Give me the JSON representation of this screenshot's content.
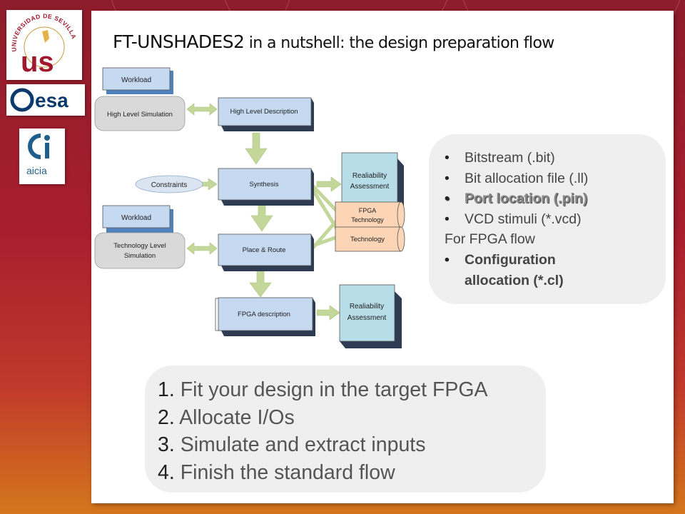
{
  "logos": {
    "us_seal_text": "UNIVERSIDAD DE SEVILLA",
    "us_mark": "us",
    "esa": "esa",
    "aicia": "aicia"
  },
  "title": {
    "main": "FT-UNSHADES2",
    "rest": " in a nutshell: the design preparation flow"
  },
  "diagram": {
    "workload_top": "Workload",
    "high_level_simulation": "High Level Simulation",
    "high_level_description": "High Level Description",
    "constraints": "Constraints",
    "synthesis": "Synthesis",
    "reliability_top": [
      "Realiability",
      "Assessment"
    ],
    "fpga_technology": [
      "FPGA",
      "Technology"
    ],
    "technology": "Technology",
    "workload_bottom": "Workload",
    "technology_level_simulation": [
      "Technology Level",
      "Simulation"
    ],
    "place_route": "Place & Route",
    "fpga_description": "FPGA description",
    "reliability_bottom": [
      "Realiability",
      "Assessment"
    ]
  },
  "files_panel": {
    "items": [
      {
        "text": "Bitstream (.bit)",
        "style": "bullet"
      },
      {
        "text": "Bit allocation file (.ll)",
        "style": "bullet"
      },
      {
        "text": "Port location (.pin)",
        "style": "bullet hl"
      },
      {
        "text": "VCD stimuli (*.vcd)",
        "style": "bullet"
      },
      {
        "text": "For FPGA flow",
        "style": "plain"
      },
      {
        "text": "Configuration",
        "style": "bullet bold"
      },
      {
        "text": "allocation (*.cl)",
        "style": "bold"
      }
    ]
  },
  "steps": [
    {
      "num": "1.",
      "text": "Fit your design in the target FPGA"
    },
    {
      "num": "2.",
      "text": "Allocate I/Os"
    },
    {
      "num": "3.",
      "text": "Simulate and extract inputs"
    },
    {
      "num": "4.",
      "text": "Finish the standard flow"
    }
  ],
  "colors": {
    "box_blue": "#c5d9f1",
    "box_shadow": "#2f3b52",
    "reliability_cyan": "#b7dde8",
    "tech_orange": "#fbd5b5",
    "arrow_green": "#c4d79b",
    "ellipse_gray": "#d9d9d9",
    "workload_blue": "#4f81bd"
  }
}
